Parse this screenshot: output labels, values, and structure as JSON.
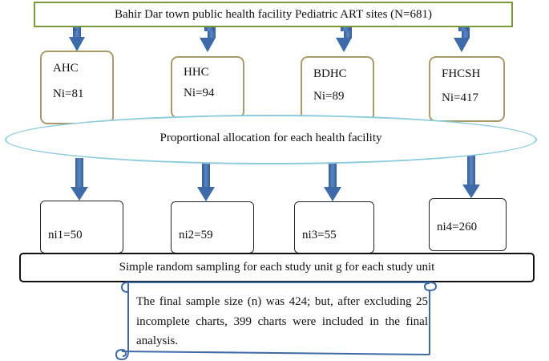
{
  "top": {
    "label": "Bahir Dar town public health facility Pediatric ART sites (N=681)"
  },
  "sites": [
    {
      "name": "AHC",
      "ni": "Ni=81"
    },
    {
      "name": "HHC",
      "ni": "Ni=94"
    },
    {
      "name": "BDHC",
      "ni": "Ni=89"
    },
    {
      "name": "FHCSH",
      "ni": "Ni=417"
    }
  ],
  "allocation": {
    "label": "Proportional allocation for each health facility"
  },
  "samples": [
    "ni1=50",
    "ni2=59",
    "ni3=55",
    "ni4=260"
  ],
  "sampling": {
    "label": "Simple random sampling for each study unit g for each study unit"
  },
  "note": {
    "text": "The final sample size (n) was 424; but, after excluding 25 incomplete charts, 399 charts were included in the final analysis."
  },
  "colors": {
    "arrow": "#3f6aa8",
    "top_border": "#7a9a3a",
    "site_border": "#a89a66",
    "ellipse_border": "#8ccbdc",
    "scroll_border": "#3f6aa8"
  }
}
